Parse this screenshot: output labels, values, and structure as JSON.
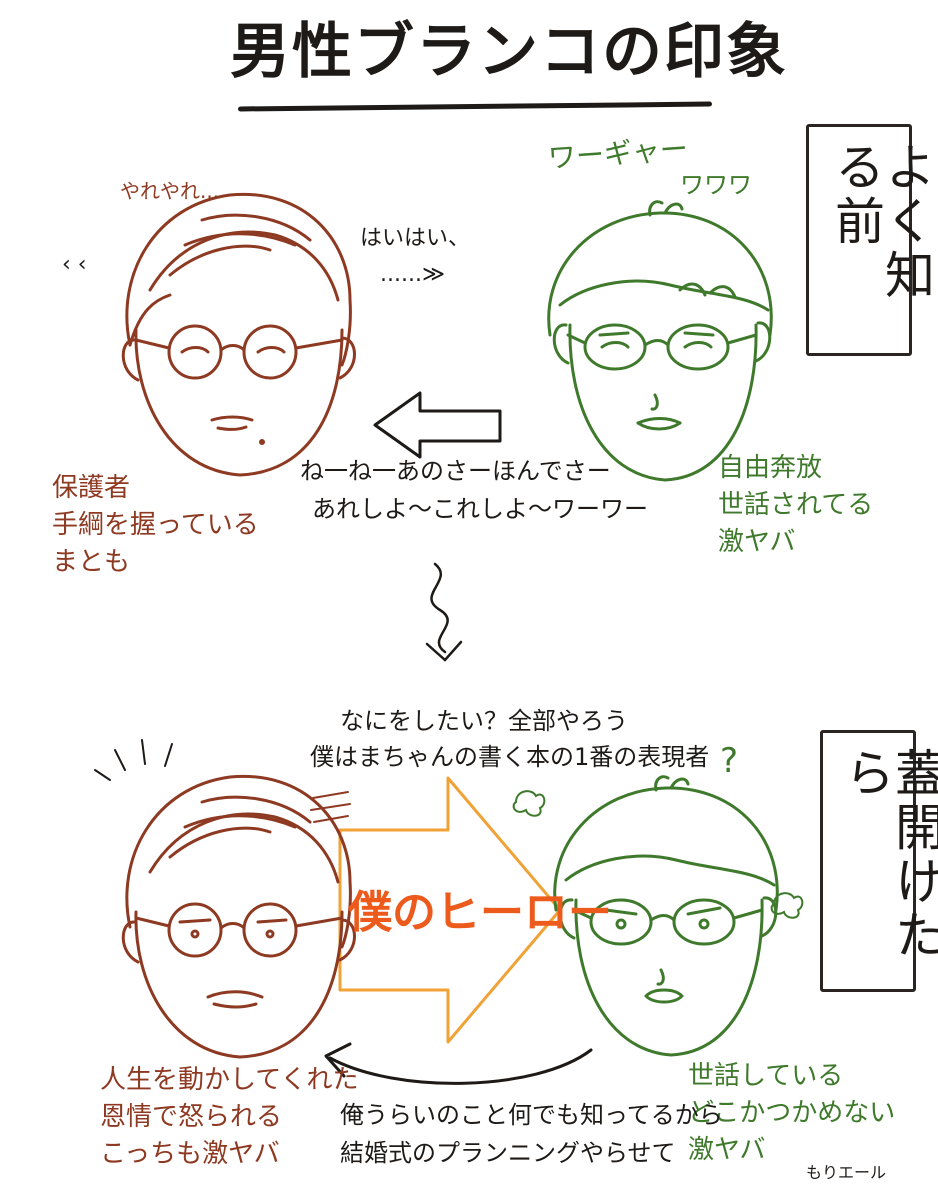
{
  "title": "男性ブランコの印象",
  "before": {
    "label": "よく知る前",
    "left_sfx": "やれやれ...",
    "left_eye_sfx": "‹ ‹",
    "left_notes": [
      "保護者",
      "手綱を握っている",
      "まとも"
    ],
    "right_sfx": "ワーギャー",
    "right_sfx2": "ワワワ",
    "right_notes": [
      "自由奔放",
      "世話されてる",
      "激ヤバ"
    ],
    "middle_top": "はいはい、",
    "middle_dots": "......≫",
    "chatter": [
      "ね一ね一あのさーほんでさー",
      "あれしよ〜これしよ〜ワーワー"
    ]
  },
  "after": {
    "label": "蓋開けたら",
    "speech": [
      "なにをしたい？全部やろう",
      "僕はまちゃんの書く本の1番の表現者"
    ],
    "hero": "僕のヒーロー",
    "question": "?",
    "left_notes": [
      "人生を動かしてくれた",
      "恩情で怒られる",
      "こっちも激ヤバ"
    ],
    "right_notes": [
      "世話している",
      "どこかつかめない",
      "激ヤバ"
    ],
    "reply": [
      "俺うらいのこと何でも知ってるから",
      "結婚式のプランニングやらせて"
    ]
  },
  "signature": "もりエール",
  "colors": {
    "brown": "#8e3a22",
    "green": "#3f7a2c",
    "orange": "#f0a236",
    "hero_text": "#ec5a1c",
    "ink": "#1e1a17"
  }
}
